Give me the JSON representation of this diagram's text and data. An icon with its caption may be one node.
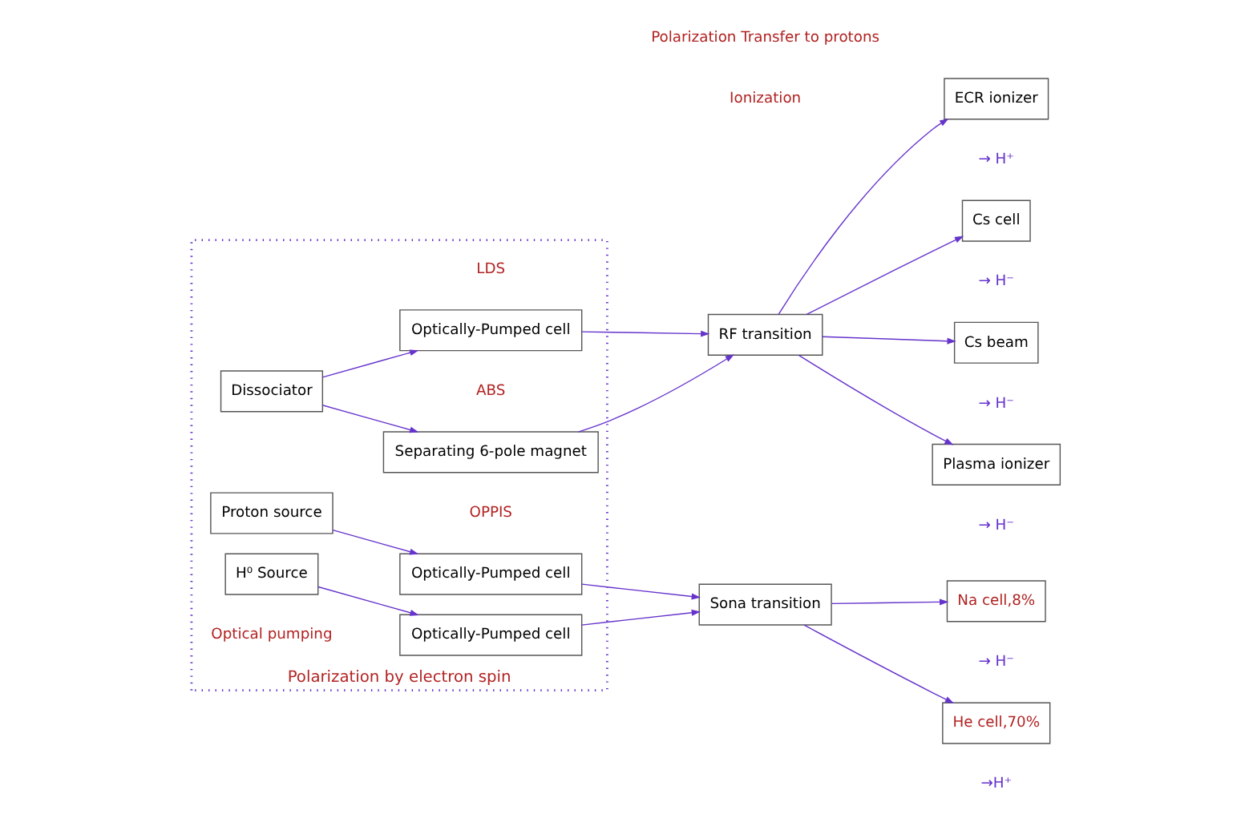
{
  "diagram": {
    "nodes": [
      {
        "text": [
          "Polarization by electron spin"
        ]
      },
      {
        "text": [
          "Dissociator"
        ],
        "in": 0
      },
      {
        "text": [
          "Separating 6-pole magnet"
        ],
        "in": 0,
        "beside": [
          "ABS"
        ]
      },
      {
        "text": [
          "Optically-Pumped cell"
        ],
        "in": 0,
        "beside": [
          "LDS"
        ]
      },
      {
        "text": [
          "Proton source"
        ],
        "in": 0
      },
      {
        "text": [
          "Optically-Pumped cell"
        ],
        "in": 0,
        "beside": [
          "OPPIS"
        ]
      },
      {
        "text": [
          "H⁰ Source"
        ],
        "in": 0
      },
      {
        "text": [
          "Optically-Pumped cell"
        ],
        "in": 0
      },
      {
        "text": [
          "RF transition"
        ]
      },
      {
        "text": [
          "Sona transition"
        ]
      },
      {
        "text": [
          "ECR ionizer"
        ],
        "beside": [
          "→ H⁺"
        ]
      },
      {
        "text": [
          "Cs cell"
        ],
        "beside": [
          "→ H⁻"
        ]
      },
      {
        "text": [
          "Cs beam"
        ],
        "beside": [
          "→ H⁻"
        ]
      },
      {
        "text": [
          "Plasma ionizer"
        ],
        "beside": [
          "→ H⁻"
        ]
      },
      {
        "text": [
          "Na cell,8%"
        ],
        "beside": [
          "→ H⁻"
        ]
      },
      {
        "text": [
          "He cell,70%"
        ],
        "beside": [
          "→H⁺"
        ]
      }
    ],
    "edges": [
      {
        "from": 1,
        "to": 2,
        "arrow": "to"
      },
      {
        "from": 2,
        "to": 8,
        "arrow": "to"
      },
      {
        "from": 1,
        "to": 3,
        "arrow": "to"
      },
      {
        "from": 3,
        "to": 8,
        "arrow": "to"
      },
      {
        "from": 8,
        "to": 10,
        "arrow": "to"
      },
      {
        "from": 8,
        "to": 11,
        "arrow": "to"
      },
      {
        "from": 8,
        "to": 12,
        "arrow": "to"
      },
      {
        "from": 8,
        "to": 13,
        "arrow": "to"
      },
      {
        "from": 4,
        "to": 5,
        "arrow": "to"
      },
      {
        "from": 6,
        "to": 7,
        "arrow": "to"
      },
      {
        "from": 5,
        "to": 9,
        "arrow": "to"
      },
      {
        "from": 7,
        "to": 9,
        "arrow": "to"
      },
      {
        "from": 9,
        "to": 14,
        "arrow": "to"
      },
      {
        "from": 9,
        "to": 15,
        "arrow": "to"
      }
    ],
    "labels": [
      "Ionization",
      "Optical pumping",
      "Polarization Transfer to protons"
    ]
  }
}
